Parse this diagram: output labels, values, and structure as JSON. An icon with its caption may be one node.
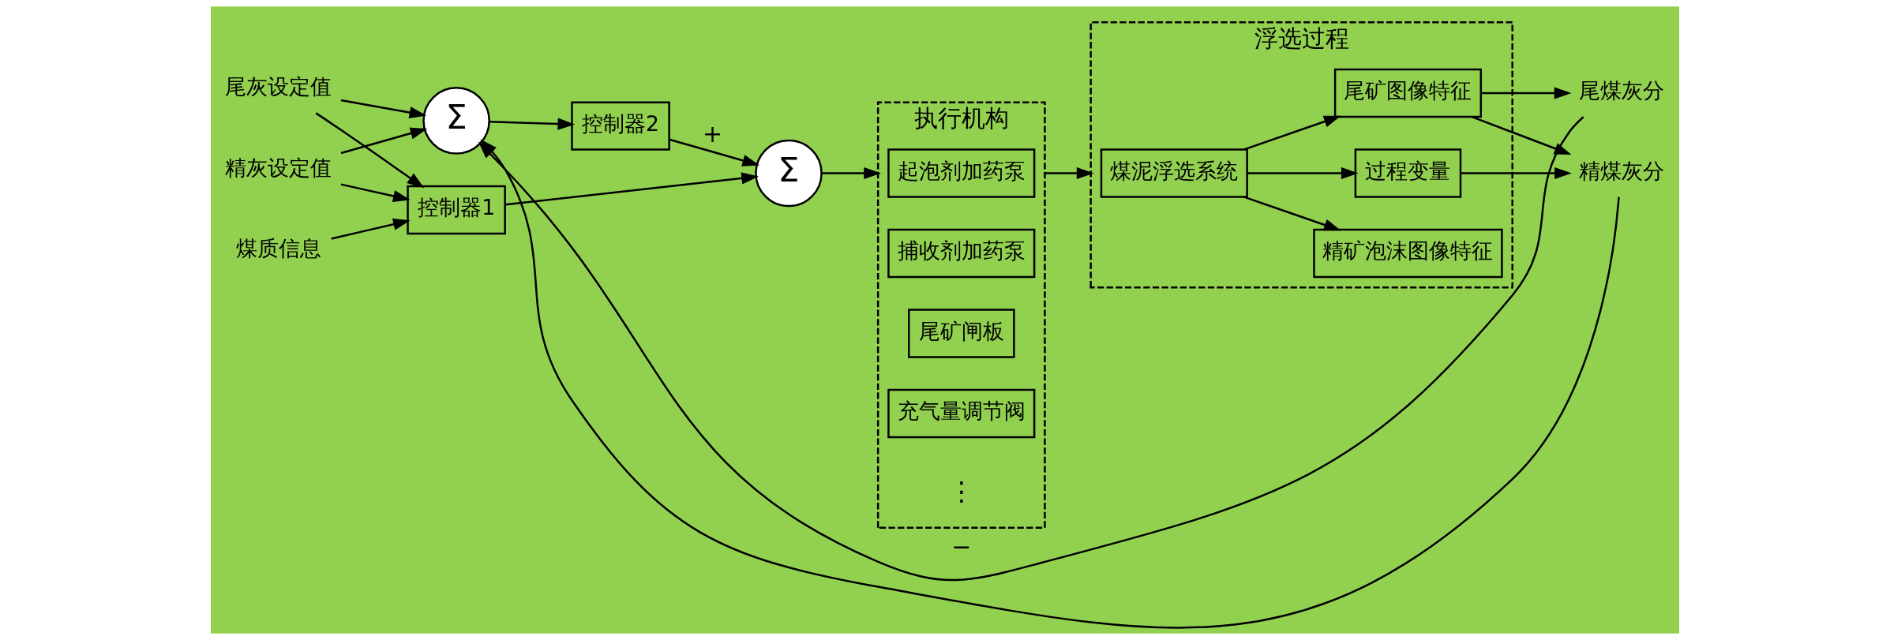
{
  "diagram": {
    "nodes": [
      {
        "text": [
          "煤质信息"
        ]
      },
      {
        "text": [
          "控制器1"
        ]
      },
      {
        "text": [
          "控制器2"
        ]
      },
      {
        "text": [
          "Σ"
        ]
      },
      {
        "text": [
          "Σ"
        ]
      },
      {
        "text": [
          "执行机构"
        ]
      },
      {
        "text": [
          "起泡剂加药泵"
        ],
        "in": 5
      },
      {
        "text": [
          "捕收剂加药泵"
        ],
        "in": 5
      },
      {
        "text": [
          "尾矿闸板"
        ],
        "in": 5
      },
      {
        "text": [
          "充气量调节阀"
        ],
        "in": 5
      },
      {
        "text": [
          "浮选过程"
        ]
      },
      {
        "text": [
          "煤泥浮选系统"
        ],
        "in": 10
      },
      {
        "text": [
          "尾矿图像特征"
        ],
        "in": 10
      },
      {
        "text": [
          "精矿泡沫图像特征"
        ],
        "in": 10
      },
      {
        "text": [
          "过程变量"
        ],
        "in": 10
      },
      {
        "text": [
          "尾煤灰分"
        ]
      },
      {
        "text": [
          "精煤灰分"
        ]
      },
      {
        "text": [
          "精灰设定值"
        ]
      },
      {
        "text": [
          "尾灰设定值"
        ]
      }
    ],
    "edges": [
      {
        "from": 0,
        "to": 1,
        "arrow": "to"
      },
      {
        "from": 18,
        "to": 1,
        "arrow": "to"
      },
      {
        "from": 17,
        "to": 1,
        "arrow": "to"
      },
      {
        "from": 17,
        "to": 3,
        "arrow": "to"
      },
      {
        "from": 18,
        "to": 3,
        "arrow": "to"
      },
      {
        "from": 3,
        "to": 2,
        "arrow": "to"
      },
      {
        "from": 1,
        "to": 4,
        "arrow": "to"
      },
      {
        "from": 2,
        "to": 4,
        "arrow": "to",
        "label": "+"
      },
      {
        "from": 4,
        "to": 5,
        "arrow": "to"
      },
      {
        "from": 5,
        "to": 10,
        "arrow": "to"
      },
      {
        "from": 11,
        "to": 12,
        "arrow": "to"
      },
      {
        "from": 11,
        "to": 13,
        "arrow": "to"
      },
      {
        "from": 11,
        "to": 14,
        "arrow": "to"
      },
      {
        "from": 12,
        "to": 15,
        "arrow": "to"
      },
      {
        "from": 12,
        "to": 16,
        "arrow": "to"
      },
      {
        "from": 14,
        "to": 16,
        "arrow": "to"
      },
      {
        "from": 15,
        "to": 3,
        "arrow": "to",
        "label": "−"
      },
      {
        "from": 16,
        "to": 3,
        "arrow": "to"
      }
    ],
    "labels": [
      "⋮"
    ]
  }
}
